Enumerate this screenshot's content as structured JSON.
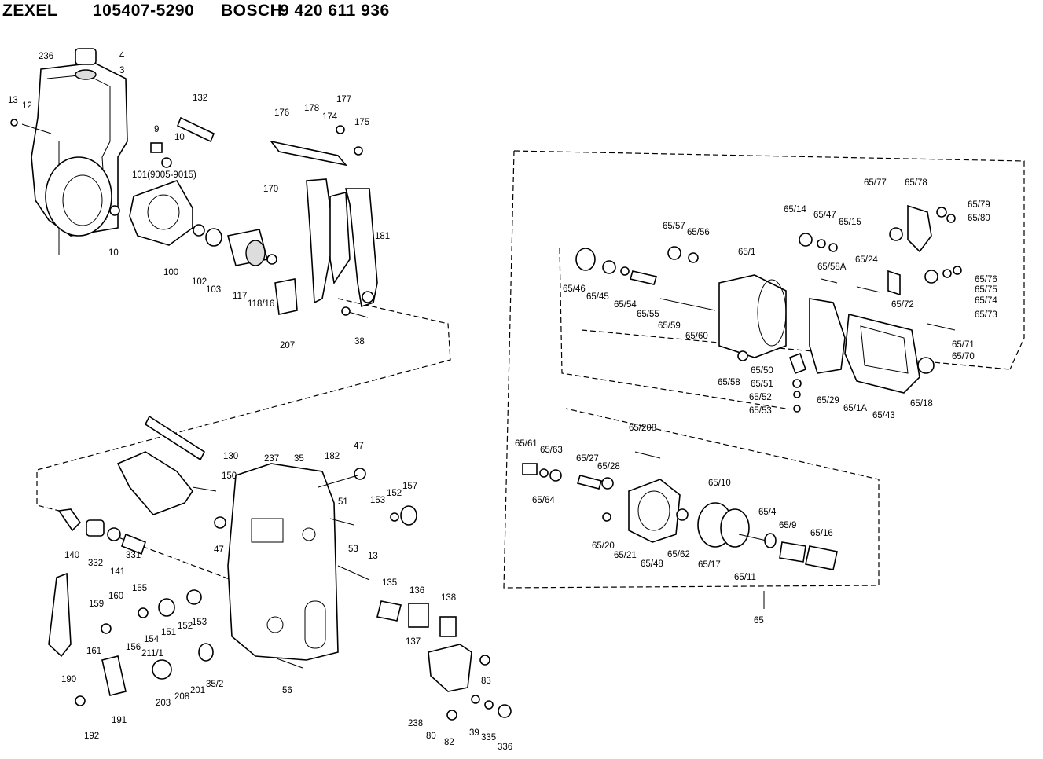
{
  "header": {
    "brand": "ZEXEL",
    "zexel_number": "105407-5290",
    "bosch_label": "BOSCH",
    "bosch_number": "9 420 611 936"
  },
  "labels": {
    "l236": "236",
    "l4": "4",
    "l3": "3",
    "l13a": "13",
    "l12": "12",
    "l132": "132",
    "l9": "9",
    "l10a": "10",
    "l101": "101(9005-9015)",
    "l10b": "10",
    "l100": "100",
    "l102": "102",
    "l103": "103",
    "l117": "117",
    "l118": "118/16",
    "l176": "176",
    "l178": "178",
    "l177": "177",
    "l174": "174",
    "l175": "175",
    "l170": "170",
    "l181": "181",
    "l207": "207",
    "l38": "38",
    "l130": "130",
    "l150": "150",
    "l237": "237",
    "l35": "35",
    "l182": "182",
    "l47a": "47",
    "l51": "51",
    "l153a": "153",
    "l152a": "152",
    "l157": "157",
    "l47b": "47",
    "l53": "53",
    "l13b": "13",
    "l135": "135",
    "l136": "136",
    "l138": "138",
    "l137": "137",
    "l140": "140",
    "l332": "332",
    "l141": "141",
    "l331": "331",
    "l159": "159",
    "l160": "160",
    "l155": "155",
    "l156": "156",
    "l154": "154",
    "l151": "151",
    "l152b": "152",
    "l153b": "153",
    "l161": "161",
    "l190": "190",
    "l211": "211/1",
    "l203": "203",
    "l208": "208",
    "l201": "201",
    "l352": "35/2",
    "l56": "56",
    "l191": "191",
    "l192": "192",
    "l238": "238",
    "l80": "80",
    "l82": "82",
    "l39": "39",
    "l335": "335",
    "l336": "336",
    "l83": "83",
    "k6577": "65/77",
    "k6578": "65/78",
    "k6579": "65/79",
    "k6580": "65/80",
    "k6514": "65/14",
    "k6547": "65/47",
    "k6515": "65/15",
    "k6557": "65/57",
    "k6556": "65/56",
    "k651": "65/1",
    "k6524": "65/24",
    "k6558a": "65/58A",
    "k6576": "65/76",
    "k6575": "65/75",
    "k6574": "65/74",
    "k6573": "65/73",
    "k6572": "65/72",
    "k6546": "65/46",
    "k6545": "65/45",
    "k6554": "65/54",
    "k6555": "65/55",
    "k6559": "65/59",
    "k6560": "65/60",
    "k6571": "65/71",
    "k6570": "65/70",
    "k6550": "65/50",
    "k6558": "65/58",
    "k6551": "65/51",
    "k6552": "65/52",
    "k6553": "65/53",
    "k6529": "65/29",
    "k651a": "65/1A",
    "k6543": "65/43",
    "k6518": "65/18",
    "k65208": "65/208",
    "k6561": "65/61",
    "k6563": "65/63",
    "k6527": "65/27",
    "k6528": "65/28",
    "k6564": "65/64",
    "k6510": "65/10",
    "k654": "65/4",
    "k659": "65/9",
    "k6516": "65/16",
    "k6520": "65/20",
    "k6521": "65/21",
    "k6548": "65/48",
    "k6562": "65/62",
    "k6517": "65/17",
    "k6511": "65/11",
    "k65": "65"
  }
}
